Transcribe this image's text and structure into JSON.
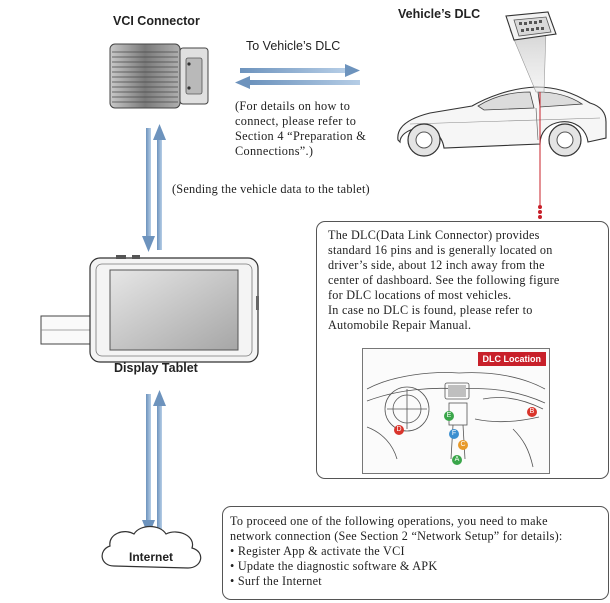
{
  "labels": {
    "vci_connector": "VCI Connector",
    "vehicle_dlc": "Vehicle’s DLC",
    "to_vehicle_dlc": "To Vehicle’s DLC",
    "connect_note": "(For details on how to connect, please refer to Section 4 “Preparation & Connections”.)",
    "sending_note": "(Sending the vehicle data to the tablet)",
    "display_tablet": "Display Tablet",
    "internet": "Internet",
    "dlc_location_badge": "DLC Location"
  },
  "dlc_box": {
    "lines": [
      "The DLC(Data Link Connector) provides",
      "standard 16 pins and is generally located on",
      "driver’s side, about 12 inch away from the",
      "center of dashboard. See the following figure",
      "for DLC locations of most vehicles.",
      "In case no DLC is found, please refer to",
      "Automobile Repair Manual."
    ]
  },
  "network_box": {
    "intro_lines": [
      "To proceed one of the following operations, you need to make",
      "network connection (See Section 2 “Network Setup” for details):"
    ],
    "bullets": [
      "Register App & activate the VCI",
      "Update the diagnostic software & APK",
      "Surf the Internet"
    ]
  },
  "dlc_markers": [
    "A",
    "B",
    "C",
    "D",
    "E",
    "F"
  ],
  "colors": {
    "arrow_blue": "#8fb2d6",
    "badge_red": "#c8202a",
    "marker_red": "#d9342b",
    "marker_green": "#3aa64a",
    "marker_orange": "#e89a2a",
    "marker_blue": "#3b8fd0"
  }
}
